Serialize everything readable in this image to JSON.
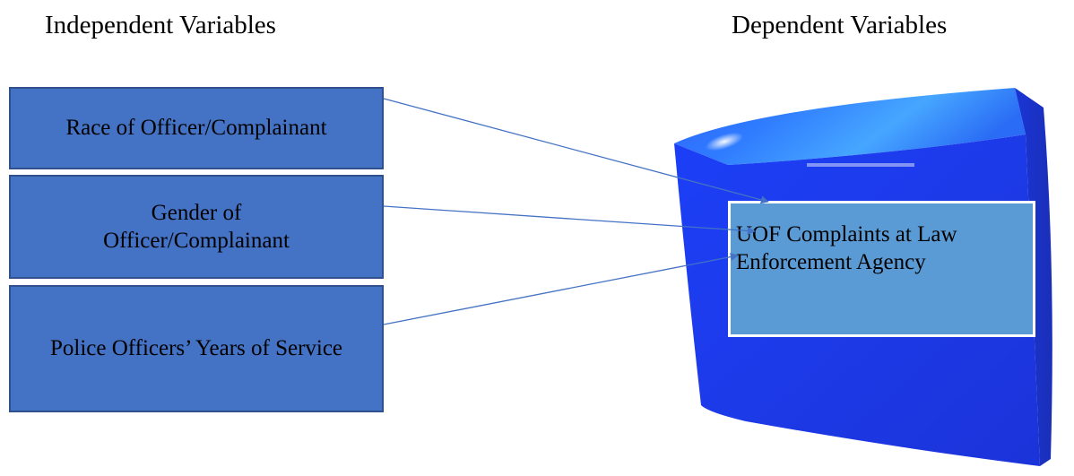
{
  "headings": {
    "independent": "Independent Variables",
    "dependent": "Dependent Variables"
  },
  "independent_variables": [
    "Race of Officer/Complainant",
    "Gender of Officer/Complainant",
    "Police Officers’ Years of Service"
  ],
  "dependent_variable": "UOF  Complaints at Law Enforcement Agency",
  "colors": {
    "box_fill": "#4472c4",
    "box_border": "#2f528f",
    "dependent_fill": "#5b9bd5",
    "cube_front": "#1f3ff0",
    "arrow": "#4472c4"
  }
}
